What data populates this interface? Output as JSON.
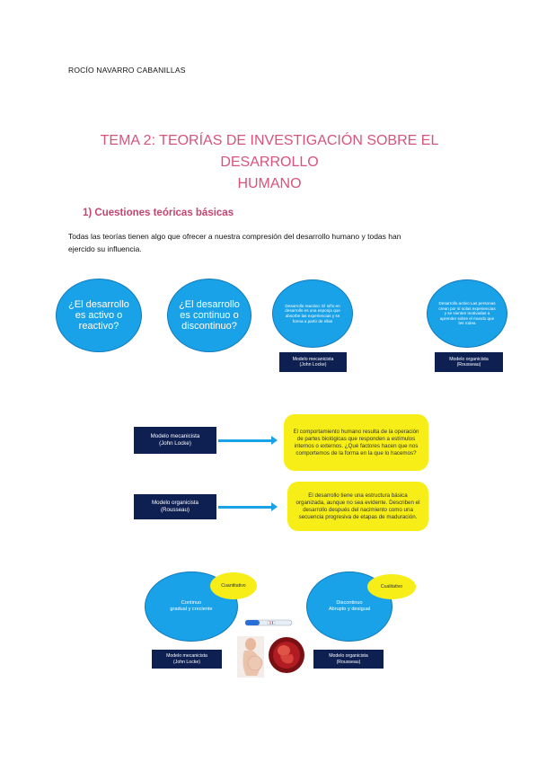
{
  "author": "ROCÍO NAVARRO CABANILLAS",
  "title_line1": "TEMA 2: TEORÍAS DE INVESTIGACIÓN SOBRE EL DESARROLLO",
  "title_line2": "HUMANO",
  "section_heading": "1)  Cuestiones teóricas básicas",
  "intro_line1": "Todas las teorías tienen algo que ofrecer a nuestra compresión del desarrollo humano y todas han",
  "intro_line2": "ejercido su influencia.",
  "row1": {
    "q1": "¿El desarrollo es activo o reactivo?",
    "q2": "¿El desarrollo es continuo o discontinuo?",
    "reactive_bubble": "Desarrollo reactivo: El niño en desarrollo es una esponja que absorbe las experiencias y se forma a partir de ellas",
    "active_bubble": "Desarrollo activo Las personas crean por sí solas experiencias y se sienten motivadas a aprender sobre el mundo que les rodea",
    "label_mech_l1": "Modelo mecanicista",
    "label_mech_l2": "(John Locke)",
    "label_org_l1": "Modelo organicista",
    "label_org_l2": "(Rousseau)"
  },
  "row2": {
    "mech_l1": "Modelo mecanicista",
    "mech_l2": "(John Locke)",
    "mech_desc": "El comportamiento humano resulta de la operación de partes biológicas que responden a estímulos internos o externos. ¿Qué factores hacen que nos comportemos de la forma en la que lo hacemos?",
    "org_l1": "Modelo organicista",
    "org_l2": "(Rousseau)",
    "org_desc": "El desarrollo tiene una estructura básica organizada, aunque no sea evidente. Describen el desarrollo después del nacimiento como una secuencia progresiva de etapas de maduración."
  },
  "row3": {
    "left_tag": "Cuantitativo",
    "left_l1": "Continuo",
    "left_l2": "gradual y creciente",
    "left_label_l1": "Modelo mecanicista",
    "left_label_l2": "(John Locke)",
    "right_tag": "Cualitativo",
    "right_l1": "Discontinuo",
    "right_l2": "Abrupto y desigual",
    "right_label_l1": "Modelo organicista",
    "right_label_l2": "(Rousseau)"
  },
  "colors": {
    "accent_blue": "#1aa2e8",
    "navy": "#0e1f52",
    "yellow": "#f6ee16",
    "title_pink": "#d8537a"
  }
}
